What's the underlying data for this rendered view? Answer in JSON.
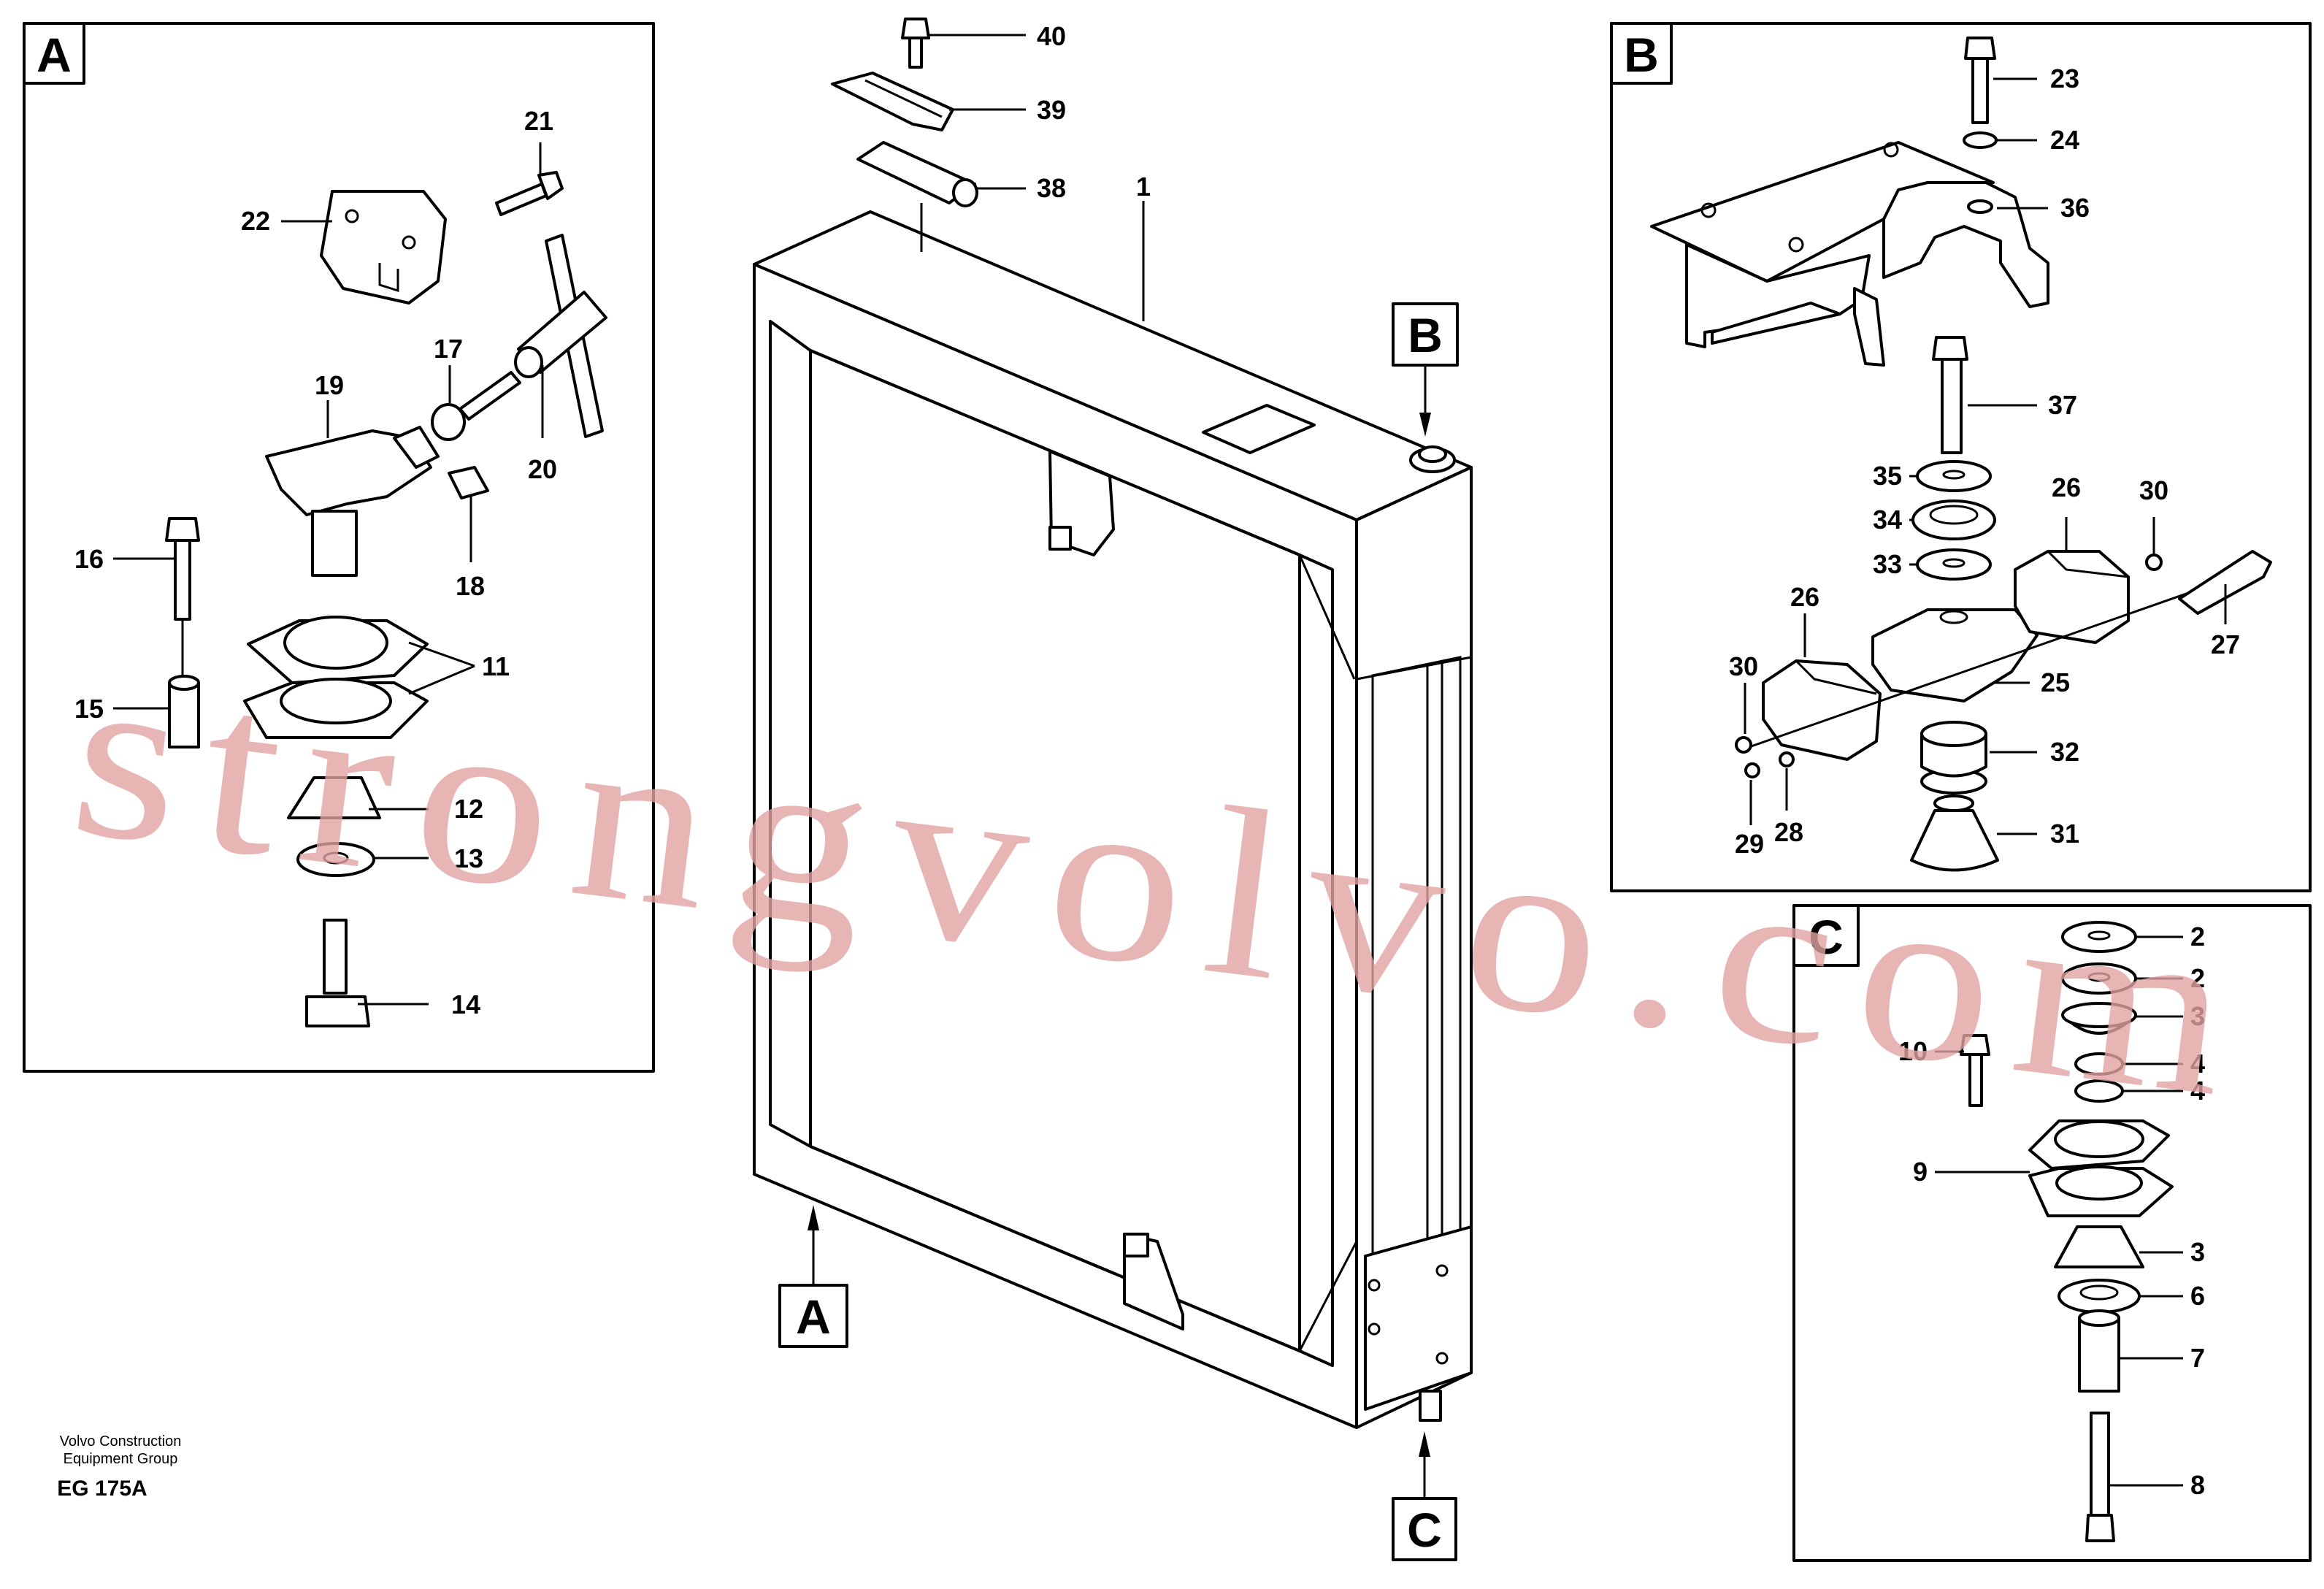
{
  "panels": {
    "A": {
      "letter": "A"
    },
    "B": {
      "letter": "B"
    },
    "C": {
      "letter": "C"
    }
  },
  "pointers": {
    "A": "A",
    "B": "B",
    "C": "C"
  },
  "main_labels": {
    "n1": "1",
    "n38": "38",
    "n39": "39",
    "n40": "40"
  },
  "panel_a_labels": {
    "n11": "11",
    "n12": "12",
    "n13": "13",
    "n14": "14",
    "n15": "15",
    "n16": "16",
    "n17": "17",
    "n18": "18",
    "n19": "19",
    "n20": "20",
    "n21": "21",
    "n22": "22"
  },
  "panel_b_labels": {
    "n23": "23",
    "n24": "24",
    "n25": "25",
    "n26a": "26",
    "n26b": "26",
    "n27": "27",
    "n28": "28",
    "n29": "29",
    "n30a": "30",
    "n30b": "30",
    "n31": "31",
    "n32": "32",
    "n33": "33",
    "n34": "34",
    "n35": "35",
    "n36": "36",
    "n37": "37"
  },
  "panel_c_labels": {
    "n2a": "2",
    "n2b": "2",
    "n3a": "3",
    "n3b": "3",
    "n4a": "4",
    "n4b": "4",
    "n6": "6",
    "n7": "7",
    "n8": "8",
    "n9": "9",
    "n10": "10"
  },
  "caption": {
    "line1": "Volvo Construction",
    "line2": "Equipment Group",
    "code": "EG 175A"
  },
  "watermark": "strongvolvo.com"
}
